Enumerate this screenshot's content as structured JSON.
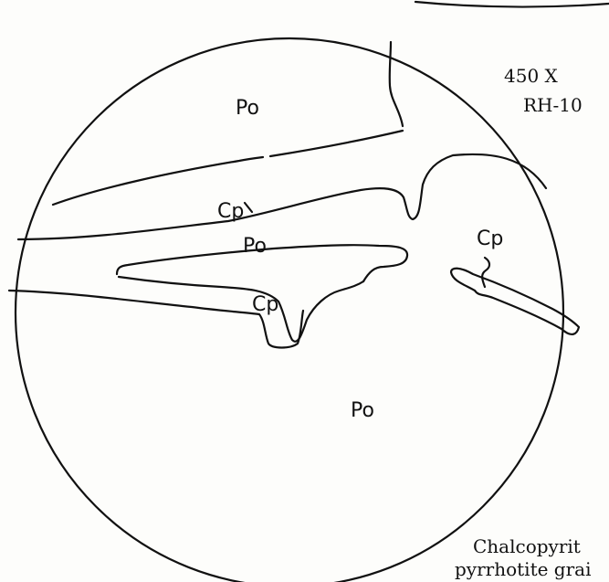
{
  "magnification": "450 X",
  "sample_id": "RH-10",
  "regions": {
    "po_top": "Po",
    "cp_upper": "Cp",
    "po_middle": "Po",
    "cp_right": "Cp",
    "cp_lower": "Cp",
    "po_bottom": "Po"
  },
  "caption": {
    "line1": "Chalcopyrit",
    "line2": "pyrrhotite grai"
  }
}
